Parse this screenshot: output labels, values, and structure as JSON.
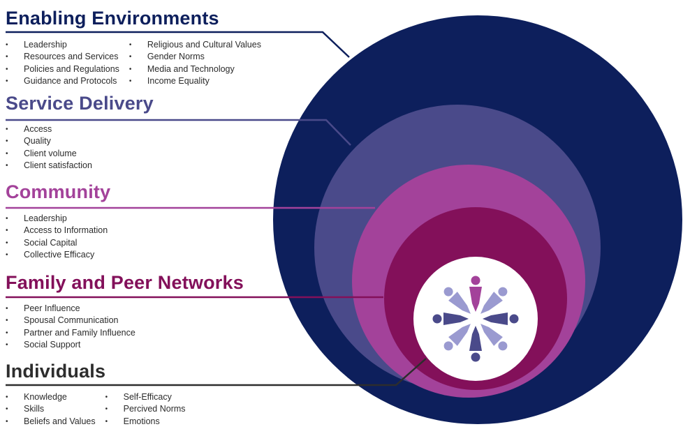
{
  "colors": {
    "enabling": "#0d1f5c",
    "service": "#4a4a8a",
    "community": "#a3429a",
    "family": "#83105a",
    "individuals": "#2d2d2d",
    "center": "#ffffff",
    "people_dark": "#4a4a8a",
    "people_light": "#9a9ad0",
    "people_accent": "#a3429a"
  },
  "levels": [
    {
      "title": "Enabling Environments",
      "items": [
        "Leadership",
        "Resources and Services",
        "Policies and Regulations",
        "Guidance and Protocols",
        "Religious and Cultural Values",
        "Gender Norms",
        "Media and Technology",
        "Income Equality"
      ]
    },
    {
      "title": "Service Delivery",
      "items": [
        "Access",
        "Quality",
        "Client volume",
        "Client satisfaction"
      ]
    },
    {
      "title": "Community",
      "items": [
        "Leadership",
        "Access to Information",
        "Social Capital",
        "Collective Efficacy"
      ]
    },
    {
      "title": "Family and Peer Networks",
      "items": [
        "Peer Influence",
        "Spousal Communication",
        "Partner and Family Influence",
        "Social Support"
      ]
    },
    {
      "title": "Individuals",
      "items": [
        "Knowledge",
        "Skills",
        "Beliefs and Values",
        "Self-Efficacy",
        "Percived Norms",
        "Emotions"
      ]
    }
  ],
  "center_icon": "people-circle-icon"
}
